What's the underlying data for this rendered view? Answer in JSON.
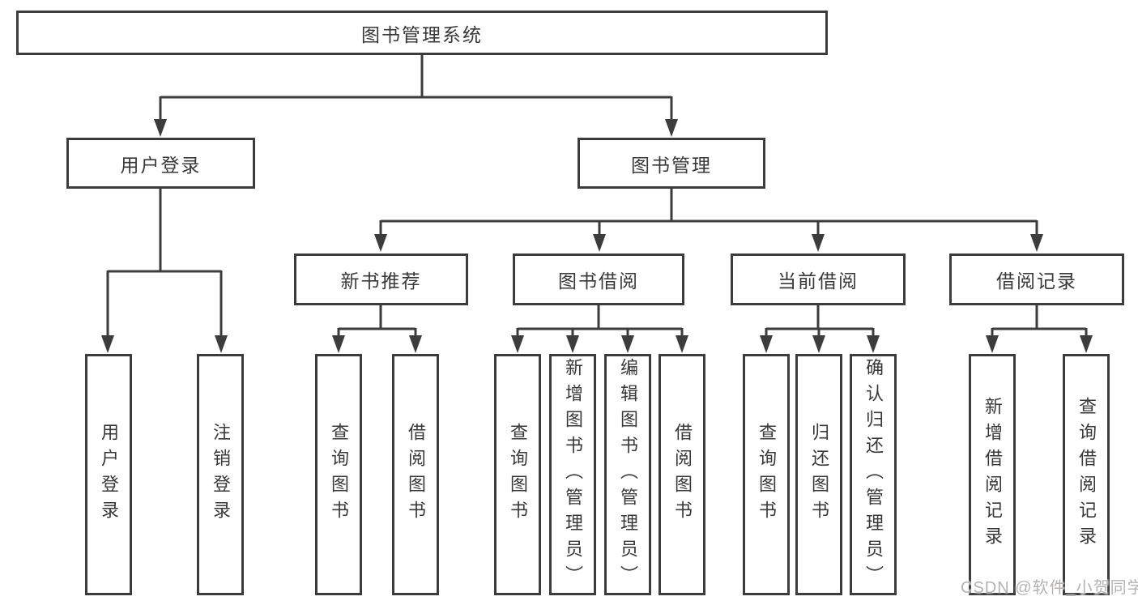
{
  "diagram": {
    "root": {
      "label": "图书管理系统"
    },
    "level2": [
      {
        "id": "user-login",
        "label": "用户登录"
      },
      {
        "id": "book-management",
        "label": "图书管理"
      }
    ],
    "level3": [
      {
        "id": "new-book-recommend",
        "label": "新书推荐"
      },
      {
        "id": "book-borrowing",
        "label": "图书借阅"
      },
      {
        "id": "current-borrowing",
        "label": "当前借阅"
      },
      {
        "id": "borrowing-records",
        "label": "借阅记录"
      }
    ],
    "leaves": [
      {
        "id": "user-login",
        "label": "用户登录"
      },
      {
        "id": "logout",
        "label": "注销登录"
      },
      {
        "id": "query-books-recommend",
        "label": "查询图书"
      },
      {
        "id": "borrow-books-recommend",
        "label": "借阅图书"
      },
      {
        "id": "query-books-borrow",
        "label": "查询图书"
      },
      {
        "id": "add-book-admin",
        "label": "新增图书（管理员）"
      },
      {
        "id": "edit-book-admin",
        "label": "编辑图书（管理员）"
      },
      {
        "id": "borrow-books-borrow",
        "label": "借阅图书"
      },
      {
        "id": "query-books-current",
        "label": "查询图书"
      },
      {
        "id": "return-book",
        "label": "归还图书"
      },
      {
        "id": "confirm-return-admin",
        "label": "确认归还（管理员）"
      },
      {
        "id": "add-borrow-record",
        "label": "新增借阅记录"
      },
      {
        "id": "query-borrow-record",
        "label": "查询借阅记录"
      }
    ]
  },
  "watermark": {
    "text": "CSDN @软件_小贺同学"
  },
  "colors": {
    "line": "#3c3c3c",
    "text": "#383838",
    "background": "#ffffff",
    "watermark": "#b5b3b2"
  }
}
